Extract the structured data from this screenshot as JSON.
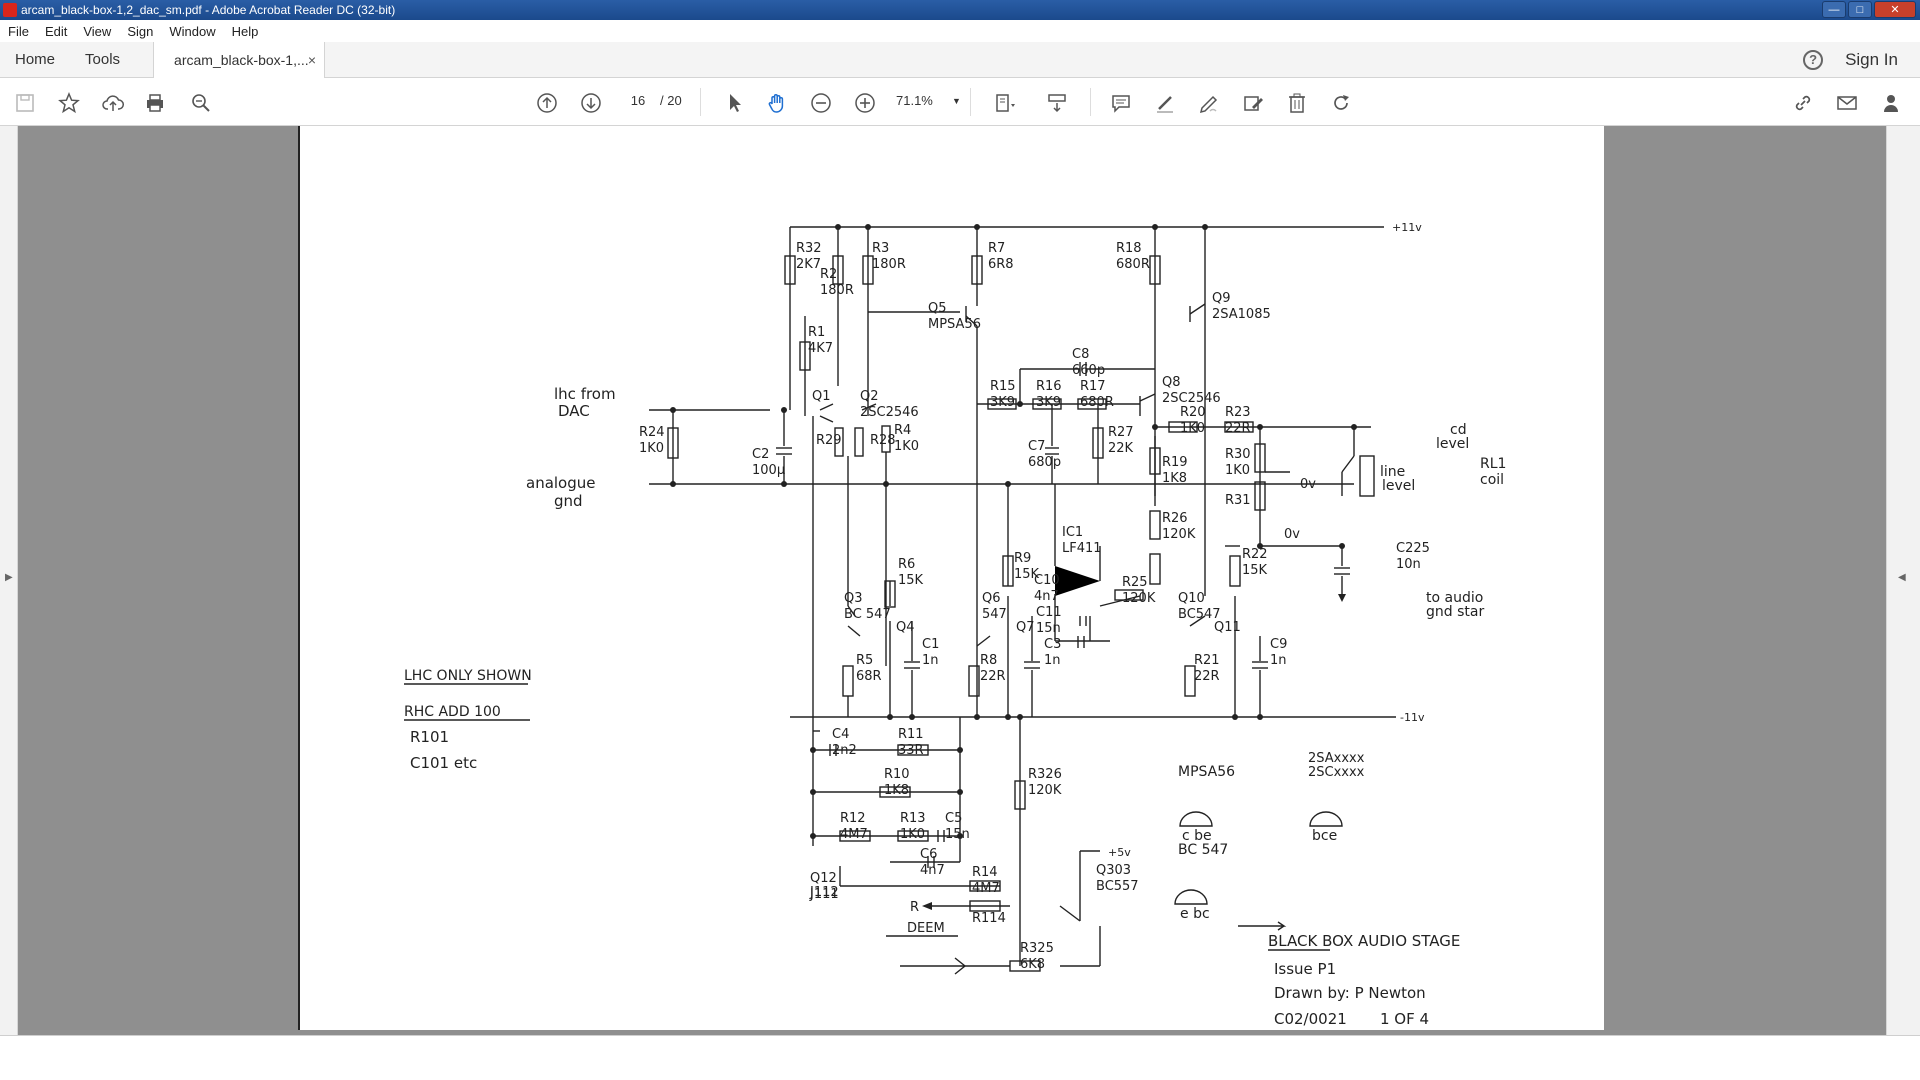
{
  "window": {
    "title": "arcam_black-box-1,2_dac_sm.pdf - Adobe Acrobat Reader DC (32-bit)"
  },
  "menu": [
    "File",
    "Edit",
    "View",
    "Sign",
    "Window",
    "Help"
  ],
  "tabs": {
    "home": "Home",
    "tools": "Tools",
    "document": "arcam_black-box-1,...",
    "close": "×",
    "sign_in": "Sign In"
  },
  "toolbar": {
    "page_current": "16",
    "page_total": "/ 20",
    "zoom": "71.1%"
  },
  "schematic": {
    "labels": {
      "lhc_from": "lhc from",
      "dac": "DAC",
      "analogue": "analogue",
      "gnd": "gnd",
      "rail_pos": "+11v",
      "rail_neg": "-11v",
      "ov1": "0v",
      "ov2": "0v",
      "cd": "cd",
      "level": "level",
      "line": "line",
      "level2": "level",
      "rl1": "RL1",
      "coil": "coil",
      "to_audio": "to audio",
      "gnd_star": "gnd star",
      "plus5v": "+5v",
      "r_out": "R",
      "deem": "DEEM",
      "lhc_only": "LHC ONLY SHOWN",
      "rhc_add": "RHC  ADD 100",
      "r101": "R101",
      "c101": "C101  etc",
      "mpsa56_title": "MPSA56",
      "mpsa56_pins": "c be",
      "twosa": "2SAxxxx",
      "twosc": "2SCxxxx",
      "twosa_pins": "bce",
      "bc547_title": "BC 547",
      "bc547_pins": "e bc",
      "block_title": "BLACK BOX AUDIO STAGE",
      "issue": "Issue  P1",
      "drawn": "Drawn by: P Newton",
      "drawing_no": "C02/0021",
      "sheet": "1 OF 4"
    },
    "parts": [
      {
        "id": "R32",
        "value": "2K7"
      },
      {
        "id": "R2",
        "value": "180R"
      },
      {
        "id": "R3",
        "value": "180R"
      },
      {
        "id": "R1",
        "value": "4K7"
      },
      {
        "id": "R7",
        "value": "6R8"
      },
      {
        "id": "Q5",
        "value": "MPSA56"
      },
      {
        "id": "R18",
        "value": "680R"
      },
      {
        "id": "Q9",
        "value": "2SA1085"
      },
      {
        "id": "C8",
        "value": "660p"
      },
      {
        "id": "R15",
        "value": "3K9"
      },
      {
        "id": "R16",
        "value": "3K9"
      },
      {
        "id": "R17",
        "value": "680R"
      },
      {
        "id": "Q8",
        "value": "2SC2546"
      },
      {
        "id": "Q1",
        "value": ""
      },
      {
        "id": "Q2",
        "value": "2SC2546"
      },
      {
        "id": "R24",
        "value": "1K0"
      },
      {
        "id": "C2",
        "value": "100μ"
      },
      {
        "id": "R29",
        "value": ""
      },
      {
        "id": "R28",
        "value": ""
      },
      {
        "id": "R4",
        "value": "1K0"
      },
      {
        "id": "C7",
        "value": "680p"
      },
      {
        "id": "R27",
        "value": "22K"
      },
      {
        "id": "R20",
        "value": "1K0"
      },
      {
        "id": "R19",
        "value": "1K8"
      },
      {
        "id": "R23",
        "value": "22R"
      },
      {
        "id": "R30",
        "value": "1K0"
      },
      {
        "id": "R31",
        "value": ""
      },
      {
        "id": "R26",
        "value": "120K"
      },
      {
        "id": "IC1",
        "value": "LF411"
      },
      {
        "id": "C225",
        "value": "10n"
      },
      {
        "id": "R6",
        "value": "15K"
      },
      {
        "id": "R9",
        "value": "15K"
      },
      {
        "id": "C10",
        "value": "4n7"
      },
      {
        "id": "C11",
        "value": "15n"
      },
      {
        "id": "R25",
        "value": "120K"
      },
      {
        "id": "R22",
        "value": "15K"
      },
      {
        "id": "Q3",
        "value": "BC 547"
      },
      {
        "id": "Q4",
        "value": ""
      },
      {
        "id": "Q6",
        "value": "547"
      },
      {
        "id": "Q7",
        "value": ""
      },
      {
        "id": "Q10",
        "value": "BC547"
      },
      {
        "id": "Q11",
        "value": ""
      },
      {
        "id": "C1",
        "value": "1n"
      },
      {
        "id": "C3",
        "value": "1n"
      },
      {
        "id": "C9",
        "value": "1n"
      },
      {
        "id": "R5",
        "value": "68R"
      },
      {
        "id": "R8",
        "value": "22R"
      },
      {
        "id": "R21",
        "value": "22R"
      },
      {
        "id": "C4",
        "value": "2n2"
      },
      {
        "id": "R11",
        "value": "33R"
      },
      {
        "id": "R10",
        "value": "1K8"
      },
      {
        "id": "R326",
        "value": "120K"
      },
      {
        "id": "R12",
        "value": "4M7"
      },
      {
        "id": "R13",
        "value": "1K0"
      },
      {
        "id": "C5",
        "value": "15n"
      },
      {
        "id": "C6",
        "value": "4n7"
      },
      {
        "id": "Q12",
        "value": "J111"
      },
      {
        "id": "Q12b",
        "value": "J112"
      },
      {
        "id": "R14",
        "value": "4M7"
      },
      {
        "id": "R114",
        "value": ""
      },
      {
        "id": "Q303",
        "value": "BC557"
      },
      {
        "id": "R325",
        "value": "6K8"
      }
    ]
  }
}
